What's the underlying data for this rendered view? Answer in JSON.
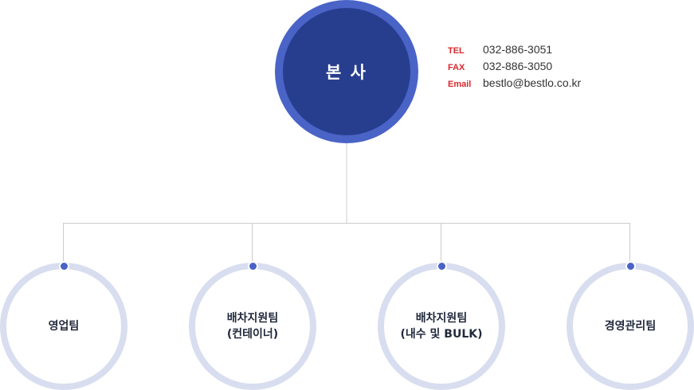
{
  "headquarters": {
    "label": "본 사"
  },
  "contact": [
    {
      "key": "TEL",
      "value": "032-886-3051"
    },
    {
      "key": "FAX",
      "value": "032-886-3050"
    },
    {
      "key": "Email",
      "value": "bestlo@bestlo.co.kr"
    }
  ],
  "teams": [
    {
      "line1": "영업팀",
      "line2": ""
    },
    {
      "line1": "배차지원팀",
      "line2": "(컨테이너)"
    },
    {
      "line1": "배차지원팀",
      "line2": "(내수 및 BULK)"
    },
    {
      "line1": "경영관리팀",
      "line2": ""
    }
  ],
  "colors": {
    "hq_outer": "#4a63c6",
    "hq_inner": "#273e8f",
    "team_ring": "#d8deef",
    "label_red": "#d9292d",
    "connector": "#cccccc"
  }
}
